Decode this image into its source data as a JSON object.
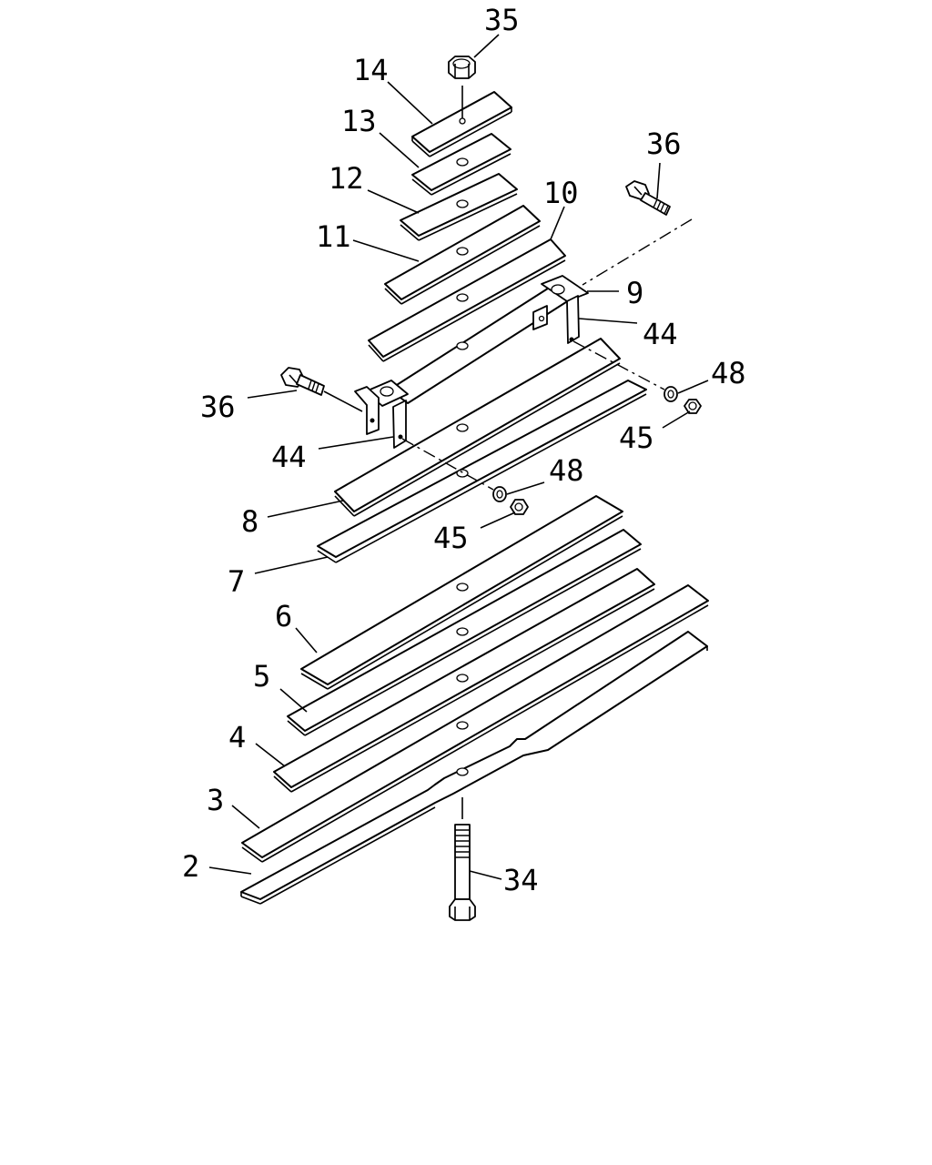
{
  "callouts": {
    "c2": "2",
    "c3": "3",
    "c4": "4",
    "c5": "5",
    "c6": "6",
    "c7": "7",
    "c8": "8",
    "c9": "9",
    "c10": "10",
    "c11": "11",
    "c12": "12",
    "c13": "13",
    "c14": "14",
    "c34": "34",
    "c35": "35",
    "c36a": "36",
    "c36b": "36",
    "c44a": "44",
    "c44b": "44",
    "c45a": "45",
    "c45b": "45",
    "c48a": "48",
    "c48b": "48"
  }
}
